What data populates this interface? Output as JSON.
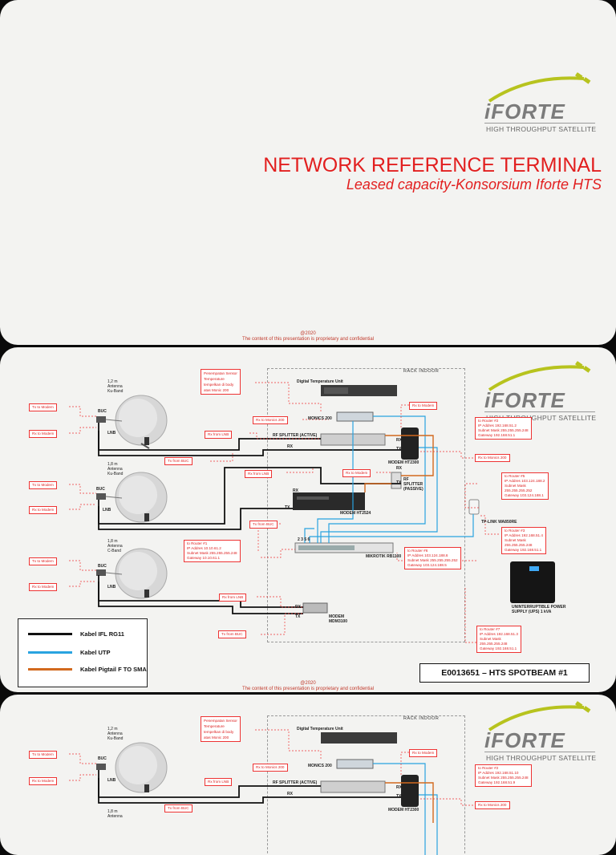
{
  "brand": {
    "name": "iFORTE",
    "tagline": "HIGH THROUGHPUT SATELLITE"
  },
  "slide1": {
    "title": "NETWORK REFERENCE TERMINAL",
    "subtitle": "Leased capacity-Konsorsium Iforte HTS",
    "footer_year": "@2020",
    "footer_text": "The content of this presentation is proprietary and confidential"
  },
  "slide2": {
    "rack_label": "RACK INDOOR",
    "antennas": [
      {
        "size": "1,2 m",
        "type": "Antenna",
        "band": "Ku-Band"
      },
      {
        "size": "1,8 m",
        "type": "Antenna",
        "band": "Ku-Band"
      },
      {
        "size": "1,8 m",
        "type": "Antenna",
        "band": "C-Band"
      }
    ],
    "buc": "BUC",
    "lnb": "LNB",
    "devices": {
      "dtu": "Digital Temperature Unit",
      "monics": "MONICS 200",
      "rf_active": "RF SPLITTER (ACTIVE)",
      "modem_ht2300": "MODEM HT2300",
      "rf_passive": "RF SPLITTER (PASSIVE)",
      "modem_ht2524": "MODEM HT2524",
      "tplink": "TP-LINK WA850RE",
      "mikrotik": "MIKROTIK RB1100",
      "modem_mdm3100": "MODEM MDM3100",
      "ups": "UNINTERRUPTIBLE POWER SUPPLY (UPS) 1 kVA"
    },
    "rx": "RX",
    "tx": "TX",
    "tags": {
      "tx_modem": "Tx to Modem",
      "rx_modem": "Rx to Modem",
      "rx_monics": "Rx to Monics 200",
      "rx_lnb": "Rx from LNB",
      "tx_buc": "Tx from BUC"
    },
    "sensor_note": [
      "Penempatan Sensor",
      "Temperature",
      "tempelkan di body",
      "atas Monic 200"
    ],
    "routers": {
      "r2": [
        "to Router #2",
        "IP Addres 192.168.51.2",
        "Subnet Mask 255.255.255.248",
        "Gateway 192.168.51.1"
      ],
      "r5": [
        "to Router #5",
        "IP Addres 103.124.188.2",
        "Subnet Mask",
        "255.255.255.252",
        "Gateway 103.124.188.1"
      ],
      "r3": [
        "to Router #3",
        "IP Addres 192.168.51.4",
        "Subnet Mask",
        "255.255.255.248",
        "Gateway 192.168.51.1"
      ],
      "r1": [
        "to Router #1",
        "IP Addres 10.10.61.2",
        "Subnet Mask 255.255.255.248",
        "Gateway 10.10.61.1"
      ],
      "r6": [
        "to Router #6",
        "IP Addres 103.124.188.6",
        "Subnet Mask 255.255.255.252",
        "Gateway 103.124.188.5"
      ],
      "r7": [
        "to Router #7",
        "IP Addres 192.168.51.3",
        "Subnet Mask",
        "255.255.255.248",
        "Gateway 192.168.51.1"
      ]
    },
    "ports": "2 3 5 6",
    "legend": [
      {
        "label": "Kabel IFL RG11",
        "color": "#111111"
      },
      {
        "label": "Kabel UTP",
        "color": "#29a3e0"
      },
      {
        "label": "Kabel Pigtail F TO SMA",
        "color": "#d2691e"
      }
    ],
    "code": "E0013651 – HTS SPOTBEAM #1",
    "footer_year": "@2020",
    "footer_text": "The content of this presentation is proprietary and confidential"
  },
  "slide3": {
    "rack_label": "RACK INDOOR",
    "antennas": [
      {
        "size": "1,2 m",
        "type": "Antenna",
        "band": "Ku-Band"
      },
      {
        "size": "1,8 m",
        "type": "Antenna"
      }
    ],
    "r2": [
      "to Router #2",
      "IP Addres 192.168.51.10",
      "Subnet Mask 255.255.255.248",
      "Gateway 192.168.51.9"
    ]
  },
  "colors": {
    "accent_red": "#e21f1f",
    "cable_ifl": "#111111",
    "cable_utp": "#29a3e0",
    "cable_pigtail": "#d2691e"
  }
}
